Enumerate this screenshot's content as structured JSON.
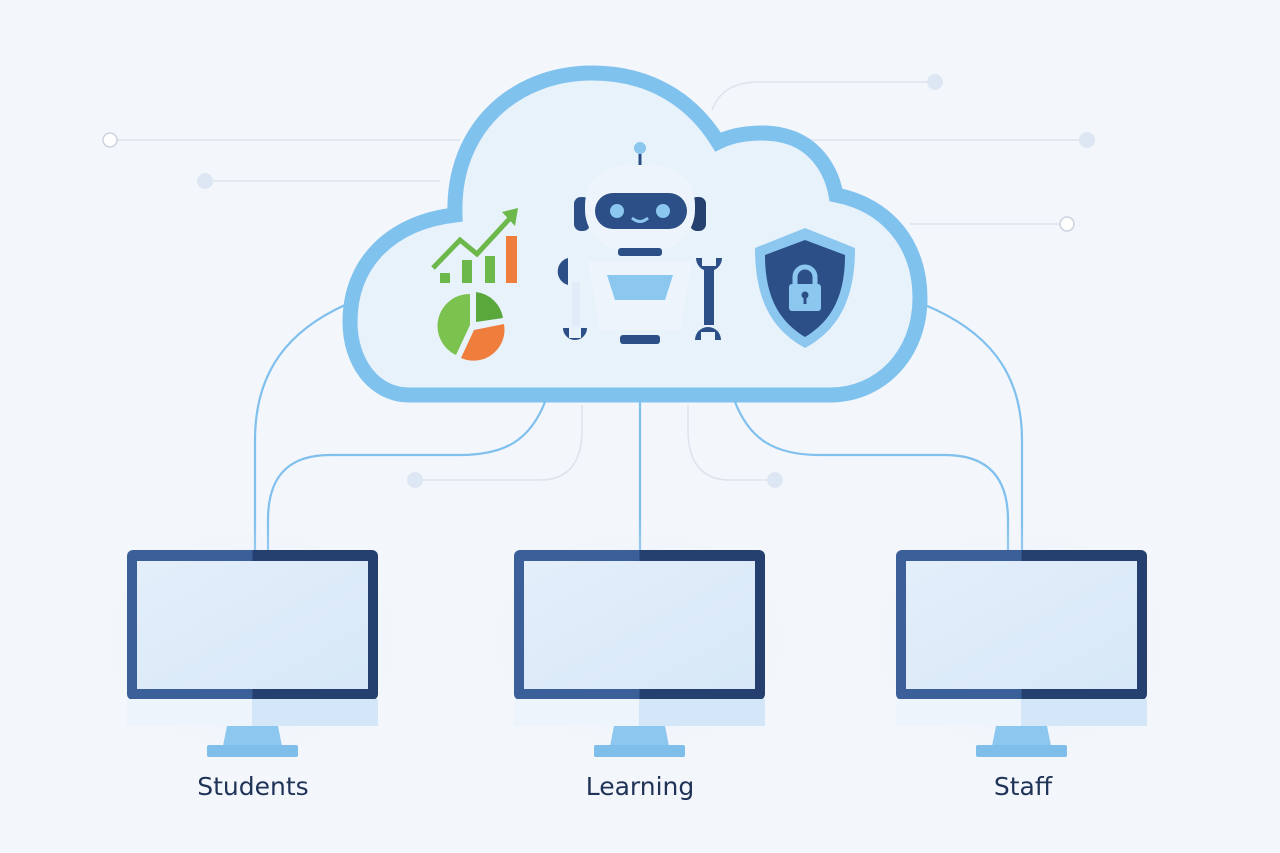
{
  "labels": {
    "left": "Students",
    "center": "Learning",
    "right": "Staff"
  },
  "icons": [
    "chart-growth-icon",
    "pie-chart-icon",
    "robot-icon",
    "wrench-icon",
    "shield-lock-icon",
    "monitor-icon",
    "cloud-icon"
  ],
  "colors": {
    "background": "#f3f6fb",
    "cloud_stroke": "#80c2ee",
    "cloud_fill": "#e8f2fb",
    "navy": "#2b4f86",
    "green": "#6db84b",
    "orange": "#ef7d3c",
    "connector": "#7fc0ee"
  }
}
